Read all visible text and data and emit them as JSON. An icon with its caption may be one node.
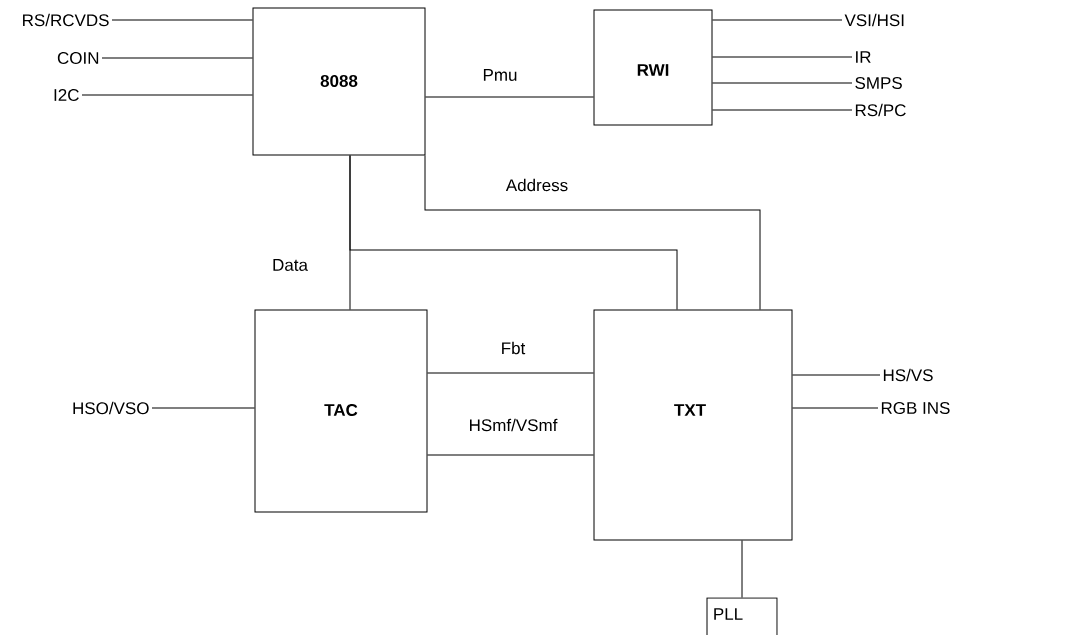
{
  "diagram": {
    "nodes": [
      {
        "text": [
          "8088"
        ]
      },
      {
        "text": [
          "RWI"
        ]
      },
      {
        "text": [
          "TAC"
        ]
      },
      {
        "text": [
          "TXT"
        ]
      },
      {
        "text": [
          "PLL"
        ]
      },
      {
        "text": [
          "RS/RCVDS"
        ]
      },
      {
        "text": [
          "COIN"
        ]
      },
      {
        "text": [
          "I2C"
        ]
      },
      {
        "text": [
          "VSI/HSI"
        ]
      },
      {
        "text": [
          "IR"
        ]
      },
      {
        "text": [
          "SMPS"
        ]
      },
      {
        "text": [
          "RS/PC"
        ]
      },
      {
        "text": [
          "HS/VS"
        ]
      },
      {
        "text": [
          "RGB INS"
        ]
      },
      {
        "text": [
          "HSO/VSO"
        ]
      }
    ],
    "edges": [
      {
        "from": 5,
        "to": 0,
        "arrow": "none"
      },
      {
        "from": 6,
        "to": 0,
        "arrow": "none"
      },
      {
        "from": 7,
        "to": 0,
        "arrow": "none"
      },
      {
        "from": 0,
        "to": 1,
        "arrow": "none",
        "label": "Pmu"
      },
      {
        "from": 1,
        "to": 8,
        "arrow": "none"
      },
      {
        "from": 1,
        "to": 9,
        "arrow": "none"
      },
      {
        "from": 1,
        "to": 10,
        "arrow": "none"
      },
      {
        "from": 1,
        "to": 11,
        "arrow": "none"
      },
      {
        "from": 0,
        "to": 2,
        "arrow": "none",
        "label": "Data"
      },
      {
        "from": 0,
        "to": 3,
        "arrow": "none"
      },
      {
        "from": 0,
        "to": 3,
        "arrow": "none",
        "label": "Address"
      },
      {
        "from": 2,
        "to": 3,
        "arrow": "none",
        "label": "Fbt"
      },
      {
        "from": 2,
        "to": 3,
        "arrow": "none",
        "label": "HSmf/VSmf"
      },
      {
        "from": 3,
        "to": 12,
        "arrow": "none"
      },
      {
        "from": 3,
        "to": 13,
        "arrow": "none"
      },
      {
        "from": 14,
        "to": 2,
        "arrow": "none"
      },
      {
        "from": 3,
        "to": 4,
        "arrow": "none"
      }
    ]
  }
}
